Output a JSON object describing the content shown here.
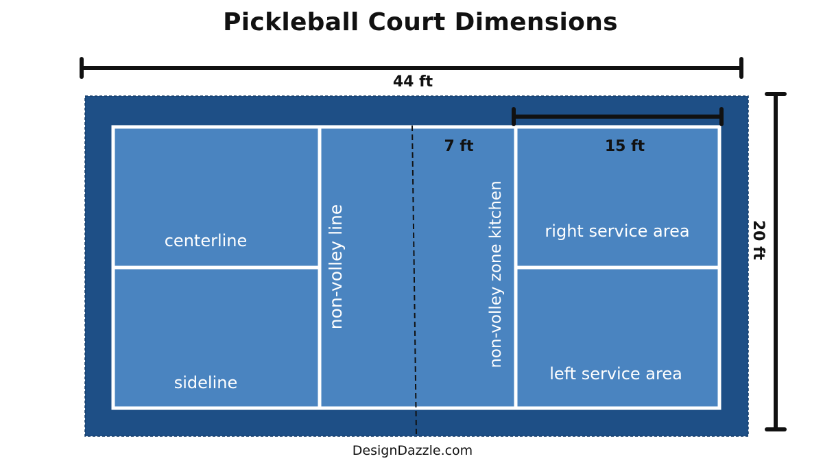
{
  "title": "Pickleball Court Dimensions",
  "dimensions": {
    "length": "44 ft",
    "width": "20 ft",
    "kitchen": "7 ft",
    "service": "15 ft"
  },
  "labels": {
    "centerline": "centerline",
    "sideline": "sideline",
    "non_volley_line": "non-volley line",
    "kitchen": "non-volley zone kitchen",
    "right_service": "right service area",
    "left_service": "left service area"
  },
  "credit": "DesignDazzle.com",
  "colors": {
    "outer_surface": "#1e4f86",
    "court_surface": "#4a84c0",
    "lines": "#ffffff",
    "dimension_bars": "#111111"
  }
}
